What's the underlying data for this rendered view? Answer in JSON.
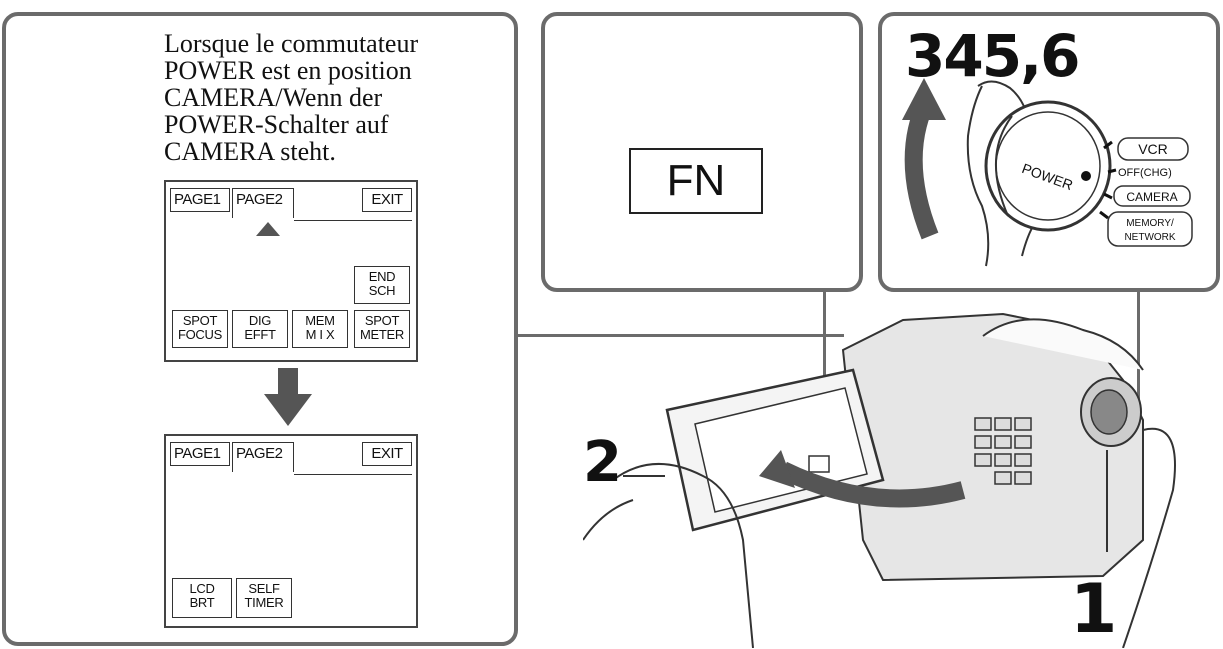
{
  "caption": {
    "line1": "Lorsque le commutateur",
    "line2": "POWER est en position",
    "line3": "CAMERA/Wenn der",
    "line4": "POWER-Schalter auf",
    "line5": "CAMERA steht."
  },
  "screen1": {
    "tab_page1": "PAGE1",
    "tab_page2": "PAGE2",
    "exit": "EXIT",
    "end_sch": [
      "END",
      "SCH"
    ],
    "spot_focus": [
      "SPOT",
      "FOCUS"
    ],
    "dig_efft": [
      "DIG",
      "EFFT"
    ],
    "mem_mix": [
      "MEM",
      "M I X"
    ],
    "spot_meter": [
      "SPOT",
      "METER"
    ]
  },
  "screen2": {
    "tab_page1": "PAGE1",
    "tab_page2": "PAGE2",
    "exit": "EXIT",
    "lcd_brt": [
      "LCD",
      "BRT"
    ],
    "self_timer": [
      "SELF",
      "TIMER"
    ]
  },
  "fn_button": "FN",
  "power_dial": {
    "label": "POWER",
    "vcr": "VCR",
    "off_chg": "OFF(CHG)",
    "camera": "CAMERA",
    "memory_network": [
      "MEMORY/",
      "NETWORK"
    ]
  },
  "steps": {
    "step_3456": "345,6",
    "step_2": "2",
    "step_1": "1"
  }
}
